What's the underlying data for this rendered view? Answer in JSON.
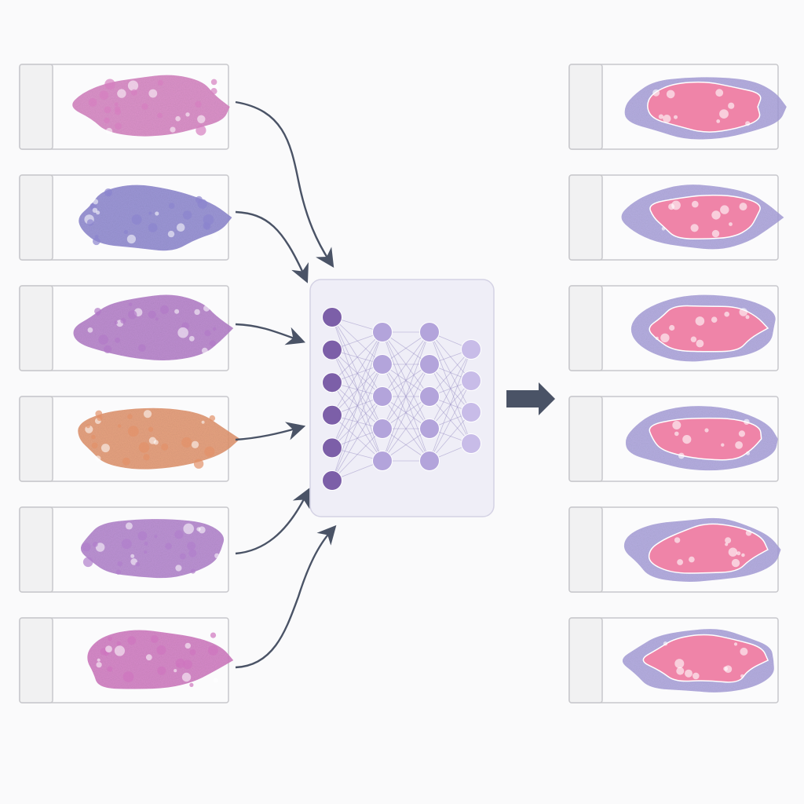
{
  "diagram": {
    "input_slides": [
      {
        "stain": "pink-magenta",
        "color": "#d57fc0"
      },
      {
        "stain": "blue-violet",
        "color": "#8b84cf"
      },
      {
        "stain": "purple-mauve",
        "color": "#b27ac8"
      },
      {
        "stain": "orange",
        "color": "#e2926a"
      },
      {
        "stain": "violet",
        "color": "#b07fcc"
      },
      {
        "stain": "magenta",
        "color": "#cf75bf"
      }
    ],
    "output_slides": [
      {
        "mask": "segmented",
        "color": "#ef84a8"
      },
      {
        "mask": "segmented",
        "color": "#ef84a8"
      },
      {
        "mask": "segmented",
        "color": "#ef84a8"
      },
      {
        "mask": "segmented",
        "color": "#ef84a8"
      },
      {
        "mask": "segmented",
        "color": "#ef84a8"
      },
      {
        "mask": "segmented",
        "color": "#ef84a8"
      }
    ],
    "network": {
      "layers": [
        6,
        5,
        5,
        4
      ],
      "layer_colors": [
        "#7c5fa8",
        "#b3a4db",
        "#b3a4db",
        "#c8bce8"
      ],
      "edge_color": "#9c93c6"
    },
    "colors": {
      "slide_border": "#c8c8cc",
      "slide_label_fill": "#f1f1f2",
      "slide_fill": "#fbfbfc",
      "arrow": "#4a5366",
      "network_box": "#efeef7",
      "background_tissue": "#a39ad9",
      "segmentation": "#f087ad"
    }
  }
}
